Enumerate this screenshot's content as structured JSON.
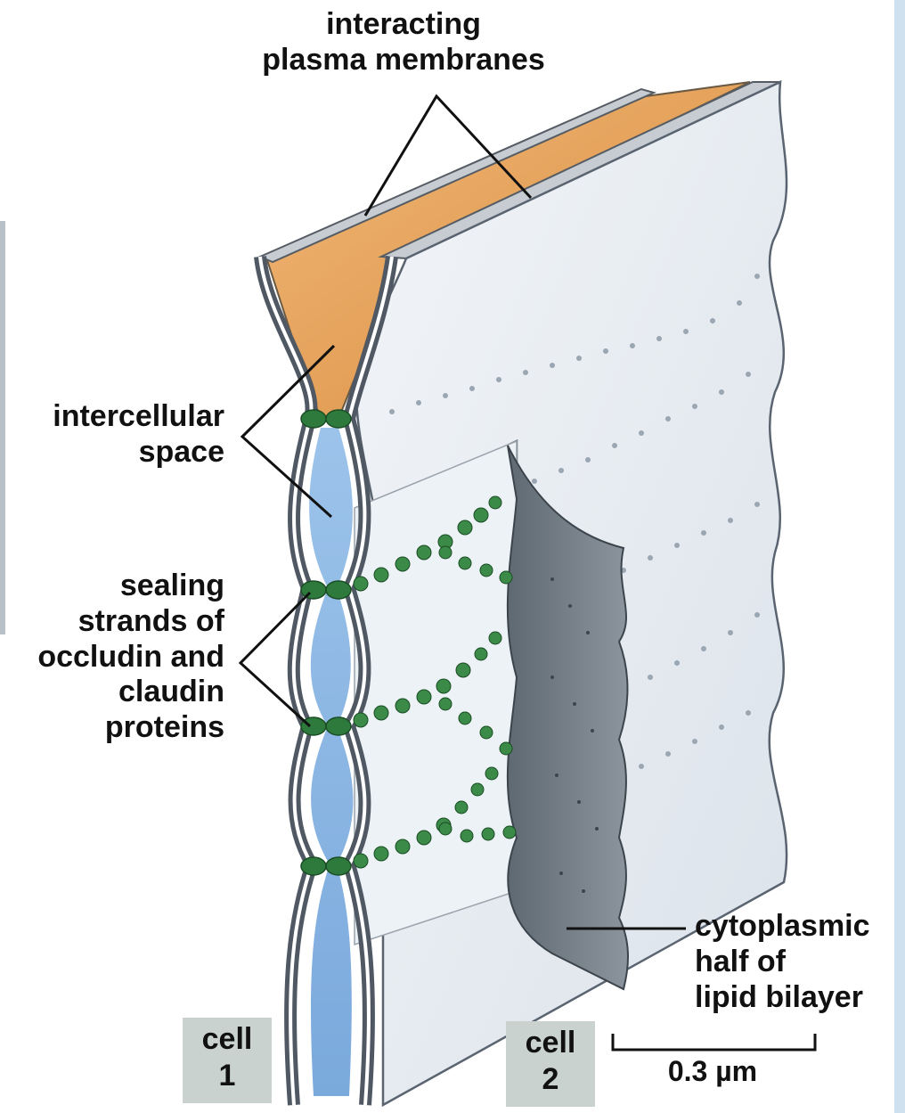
{
  "labels": {
    "interacting_membranes": [
      "interacting",
      "plasma membranes"
    ],
    "intercellular_space": [
      "intercellular",
      "space"
    ],
    "sealing_strands": [
      "sealing",
      "strands of",
      "occludin and",
      "claudin",
      "proteins"
    ],
    "cytoplasmic_half": [
      "cytoplasmic",
      "half of",
      "lipid bilayer"
    ],
    "cell1": [
      "cell",
      "1"
    ],
    "cell2": [
      "cell",
      "2"
    ],
    "scale_bar": "0.3 µm"
  },
  "colors": {
    "intercellular_top": "#e6a25a",
    "intercellular_fluid": "#86b4e4",
    "membrane_sheet": "#e8edf2",
    "membrane_stroke": "#5a6470",
    "cytoplasmic_layer": "#6d7781",
    "sealing_strand": "#2e7a3c",
    "cell_box": "#c9d2cf",
    "frame": "#cfe0ef"
  }
}
